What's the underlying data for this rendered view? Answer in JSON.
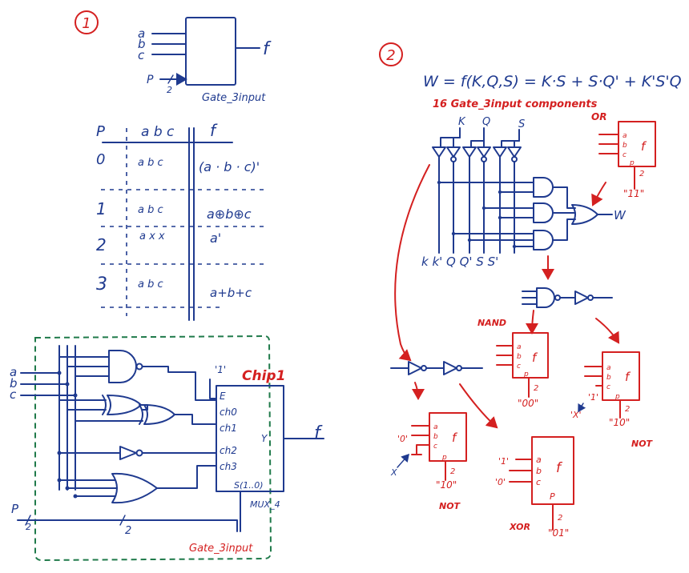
{
  "section1": {
    "number": "1",
    "block": {
      "inputs": [
        "a",
        "b",
        "c"
      ],
      "output": "f",
      "select": "P",
      "bus_width": "2",
      "name": "Gate_3input"
    },
    "truth_table": {
      "headers": [
        "P",
        "a b c",
        "f"
      ],
      "rows": [
        {
          "p": "0",
          "inputs": "a b c",
          "f": "(a · b · c)'"
        },
        {
          "p": "1",
          "inputs": "a b c",
          "f": "a⊕b⊕c"
        },
        {
          "p": "2",
          "inputs": "a x x",
          "f": "a'"
        },
        {
          "p": "3",
          "inputs": "a b c",
          "f": "a+b+c"
        }
      ]
    },
    "circuit": {
      "inputs": [
        "a",
        "b",
        "c"
      ],
      "enable_value": "'1'",
      "chip_label": "Chip1",
      "mux_ports": [
        "E",
        "ch0",
        "ch1",
        "ch2",
        "ch3"
      ],
      "mux_output": "Y",
      "mux_select": "S(1..0)",
      "mux_name": "MUX_4",
      "output": "f",
      "select_input": "P",
      "bus_width_a": "2",
      "bus_width_b": "2",
      "container_name": "Gate_3input"
    }
  },
  "section2": {
    "number": "2",
    "equation": "W = f(K,Q,S) = K·S + S·Q' + K'S'Q",
    "component_count": "16 Gate_3input components",
    "input_labels": [
      "K",
      "Q",
      "S"
    ],
    "rail_labels": "k k' Q Q' S S'",
    "output": "W",
    "components": [
      {
        "type": "OR",
        "pins": [
          "a",
          "b",
          "c"
        ],
        "out": "f",
        "p": "p",
        "width": "2",
        "code": "\"11\""
      },
      {
        "type": "NAND",
        "pins": [
          "a",
          "b",
          "c"
        ],
        "out": "f",
        "p": "p",
        "width": "2",
        "code": "\"00\""
      },
      {
        "type": "NOT",
        "pins": [
          "a",
          "b",
          "c"
        ],
        "out": "f",
        "p": "p",
        "width": "2",
        "code": "\"10\"",
        "extra": [
          "'1'",
          "'X'"
        ]
      },
      {
        "type": "NOT",
        "pins": [
          "a",
          "b",
          "c"
        ],
        "out": "f",
        "p": "p",
        "width": "2",
        "code": "\"10\"",
        "extra": [
          "'0'",
          "X"
        ]
      },
      {
        "type": "XOR",
        "pins": [
          "a",
          "b",
          "c"
        ],
        "out": "f",
        "p": "P",
        "width": "2",
        "code": "\"01\"",
        "extra": [
          "'1'",
          "'0'"
        ]
      }
    ]
  }
}
